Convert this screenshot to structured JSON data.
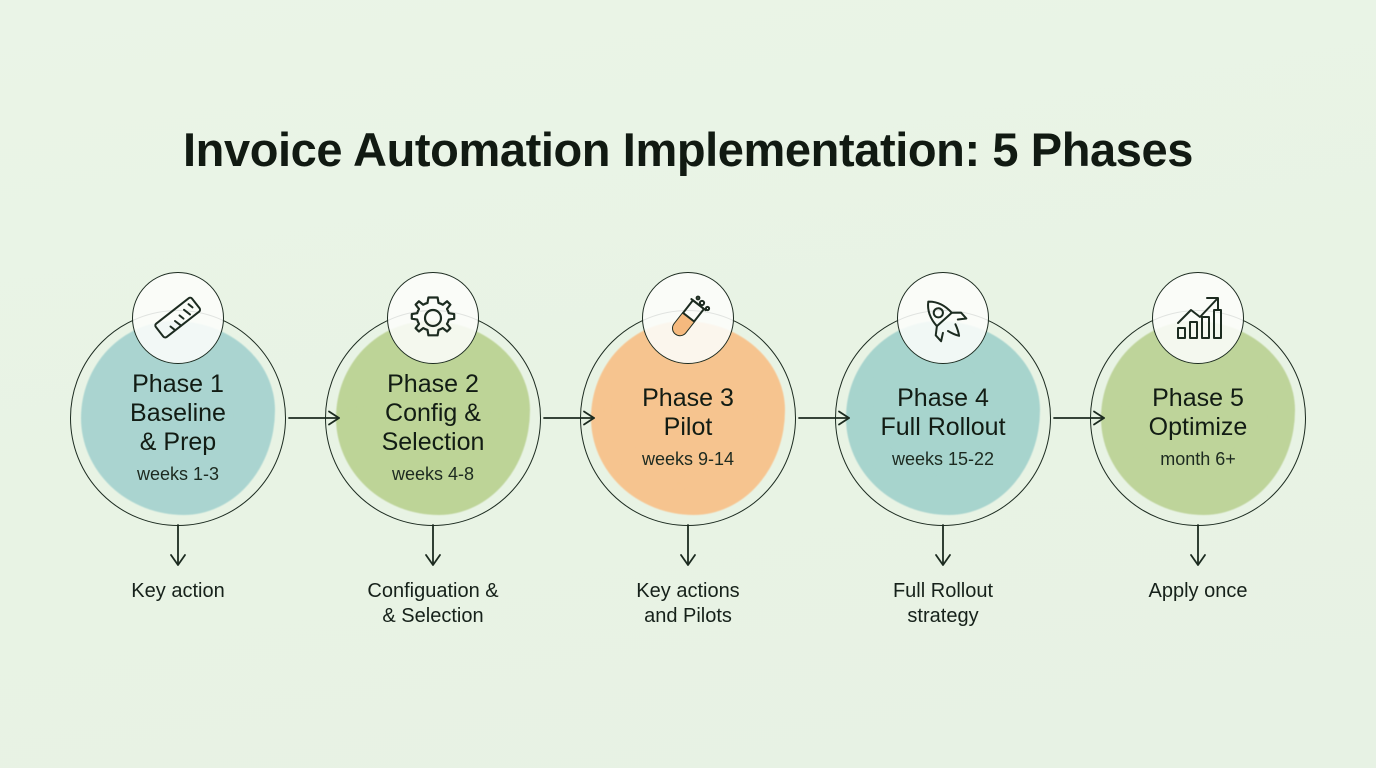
{
  "background_color": "#e9f3e5",
  "title": "Invoice Automation Implementation: 5 Phases",
  "phases": [
    {
      "name": "Phase 1",
      "label": "Baseline\n& Prep",
      "timing": "weeks 1-3",
      "icon": "ruler-icon",
      "fill_color": "#a8d4d0",
      "caption": "Key action"
    },
    {
      "name": "Phase 2",
      "label": "Config &\nSelection",
      "timing": "weeks 4-8",
      "icon": "gear-icon",
      "fill_color": "#bcd395",
      "caption": "Configuation &\n& Selection"
    },
    {
      "name": "Phase 3",
      "label": "Pilot",
      "timing": "weeks 9-14",
      "icon": "test-tube-icon",
      "fill_color": "#f7c38d",
      "caption": "Key actions\nand Pilots"
    },
    {
      "name": "Phase 4",
      "label": "Full Rollout",
      "timing": "weeks 15-22",
      "icon": "rocket-icon",
      "fill_color": "#a5d3cd",
      "caption": "Full Rollout\nstrategy"
    },
    {
      "name": "Phase 5",
      "label": "Optimize",
      "timing": "month 6+",
      "icon": "growth-chart-icon",
      "fill_color": "#bdd398",
      "caption": "Apply once"
    }
  ],
  "connectors": [
    {
      "from": "Phase 1",
      "to": "Phase 2",
      "type": "arrow-right"
    },
    {
      "from": "Phase 2",
      "to": "Phase 3",
      "type": "arrow-right"
    },
    {
      "from": "Phase 3",
      "to": "Phase 4",
      "type": "arrow-right"
    },
    {
      "from": "Phase 4",
      "to": "Phase 5",
      "type": "arrow-right"
    }
  ],
  "stroke_color": "#1c2b20"
}
